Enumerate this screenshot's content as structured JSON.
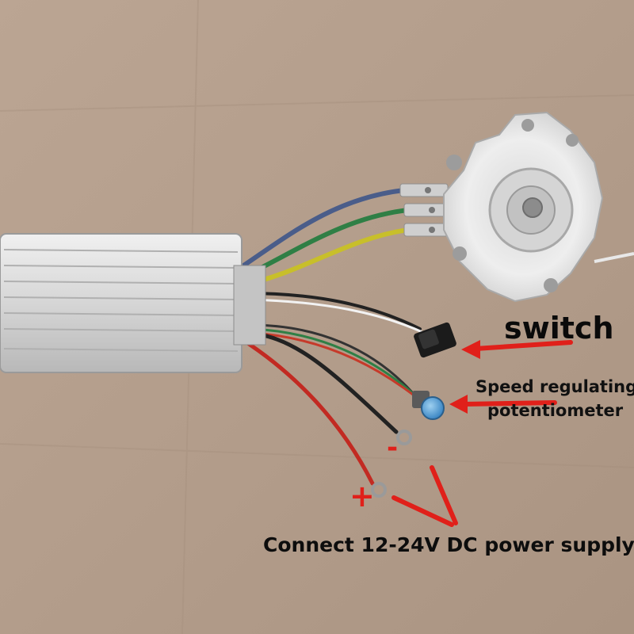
{
  "labels": {
    "switch": "switch",
    "speed_line1": "Speed regulating",
    "speed_line2": "potentiometer",
    "power": "Connect 12-24V DC power supply",
    "minus": "-",
    "plus": "+"
  },
  "colors": {
    "background": "#b59f8e",
    "annotation_red": "#e0201a",
    "text": "#0d0d0d",
    "controller_body": "#d9d9d9",
    "motor_body": "#ededed"
  }
}
